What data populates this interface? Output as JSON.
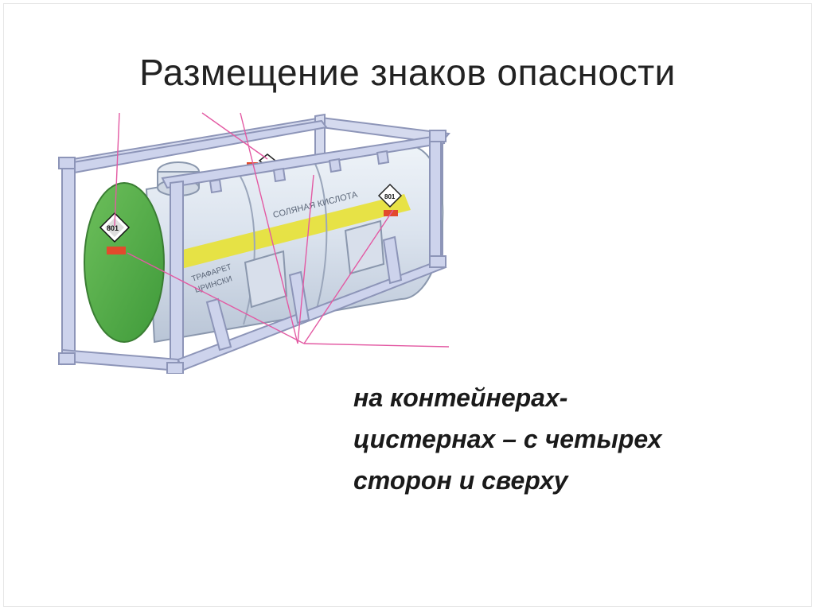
{
  "slide": {
    "title": "Размещение знаков опасности",
    "caption_lines": [
      "на контейнерах-",
      "цистернах – с четырех",
      "сторон и сверху"
    ]
  },
  "illustration": {
    "tank_label": "СОЛЯНАЯ КИСЛОТА",
    "stencil_label_line1": "ТРАФАРЕТ",
    "stencil_label_line2": "ЦРИНСКИ",
    "un_number": "801",
    "un_number_end": "801",
    "colors": {
      "frame": "#c9cfe6",
      "frame_edge": "#8d95b8",
      "tank": "#dfe6ef",
      "end_cap": "#59ad4c",
      "stripe": "#e7e23c",
      "pointer": "#e35aa3",
      "plate": "#e24a2c"
    }
  }
}
